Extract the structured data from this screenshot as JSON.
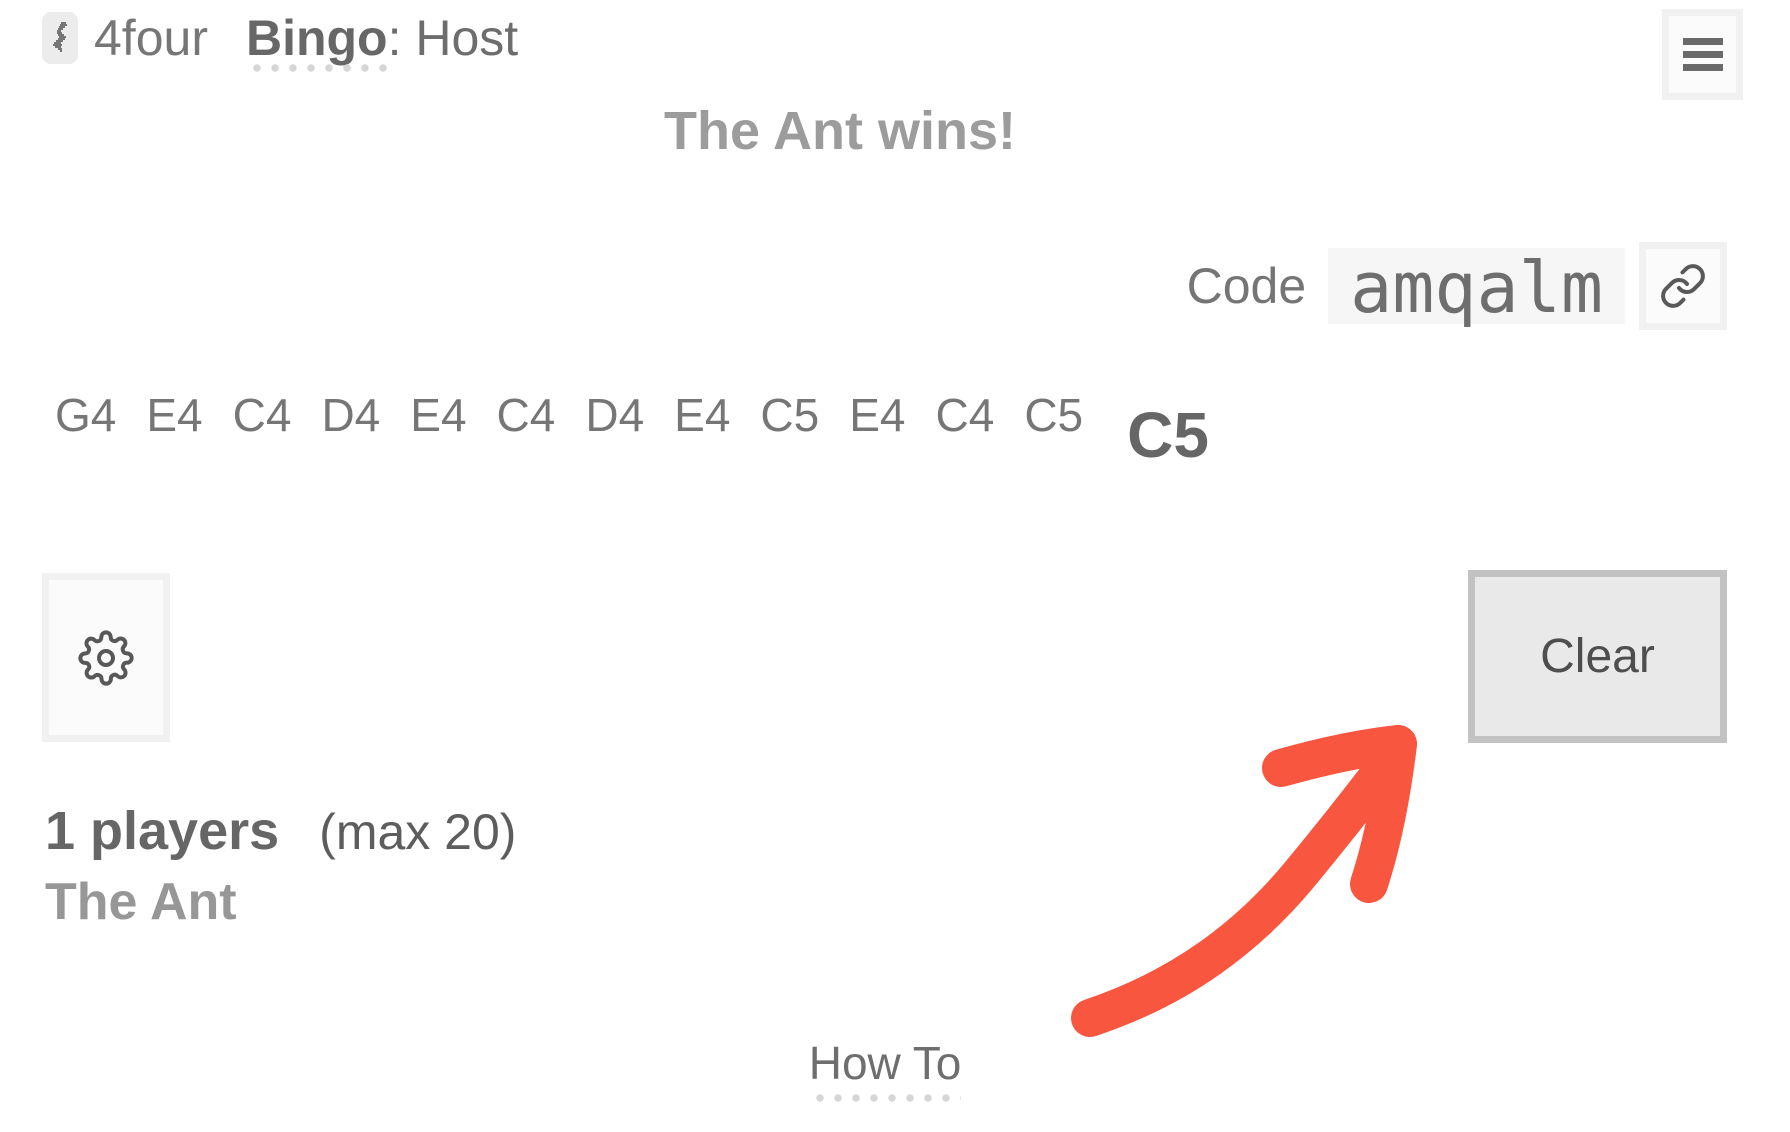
{
  "header": {
    "app_name": "4four",
    "game_name": "Bingo",
    "mode": ": Host",
    "icons": {
      "logo": "squiggle-logo-icon",
      "menu": "hamburger-menu-icon"
    }
  },
  "banner": {
    "win_message": "The Ant wins!"
  },
  "share": {
    "code_label": "Code",
    "code_value": "amqalm",
    "icon": "link-icon"
  },
  "calls": {
    "history": [
      "G4",
      "E4",
      "C4",
      "D4",
      "E4",
      "C4",
      "D4",
      "E4",
      "C5",
      "E4",
      "C4",
      "C5"
    ],
    "current": "C5"
  },
  "controls": {
    "settings_icon": "gear-icon",
    "clear_label": "Clear"
  },
  "players": {
    "count": "1 players",
    "max": "(max 20)",
    "list": [
      "The Ant"
    ]
  },
  "footer": {
    "how_to": "How To"
  },
  "annotation": {
    "arrow_color": "#f95640",
    "arrow_direction": "up-right-toward-clear-button"
  },
  "colors": {
    "muted_text": "#6f6f6f",
    "panel_bg": "#fbfbfb",
    "panel_border": "#f1f1f1",
    "clear_border": "#c2c2c2",
    "clear_bg": "#e9e9e9",
    "code_bg": "#f6f6f6",
    "underline_dots": "#d6d6d6"
  }
}
